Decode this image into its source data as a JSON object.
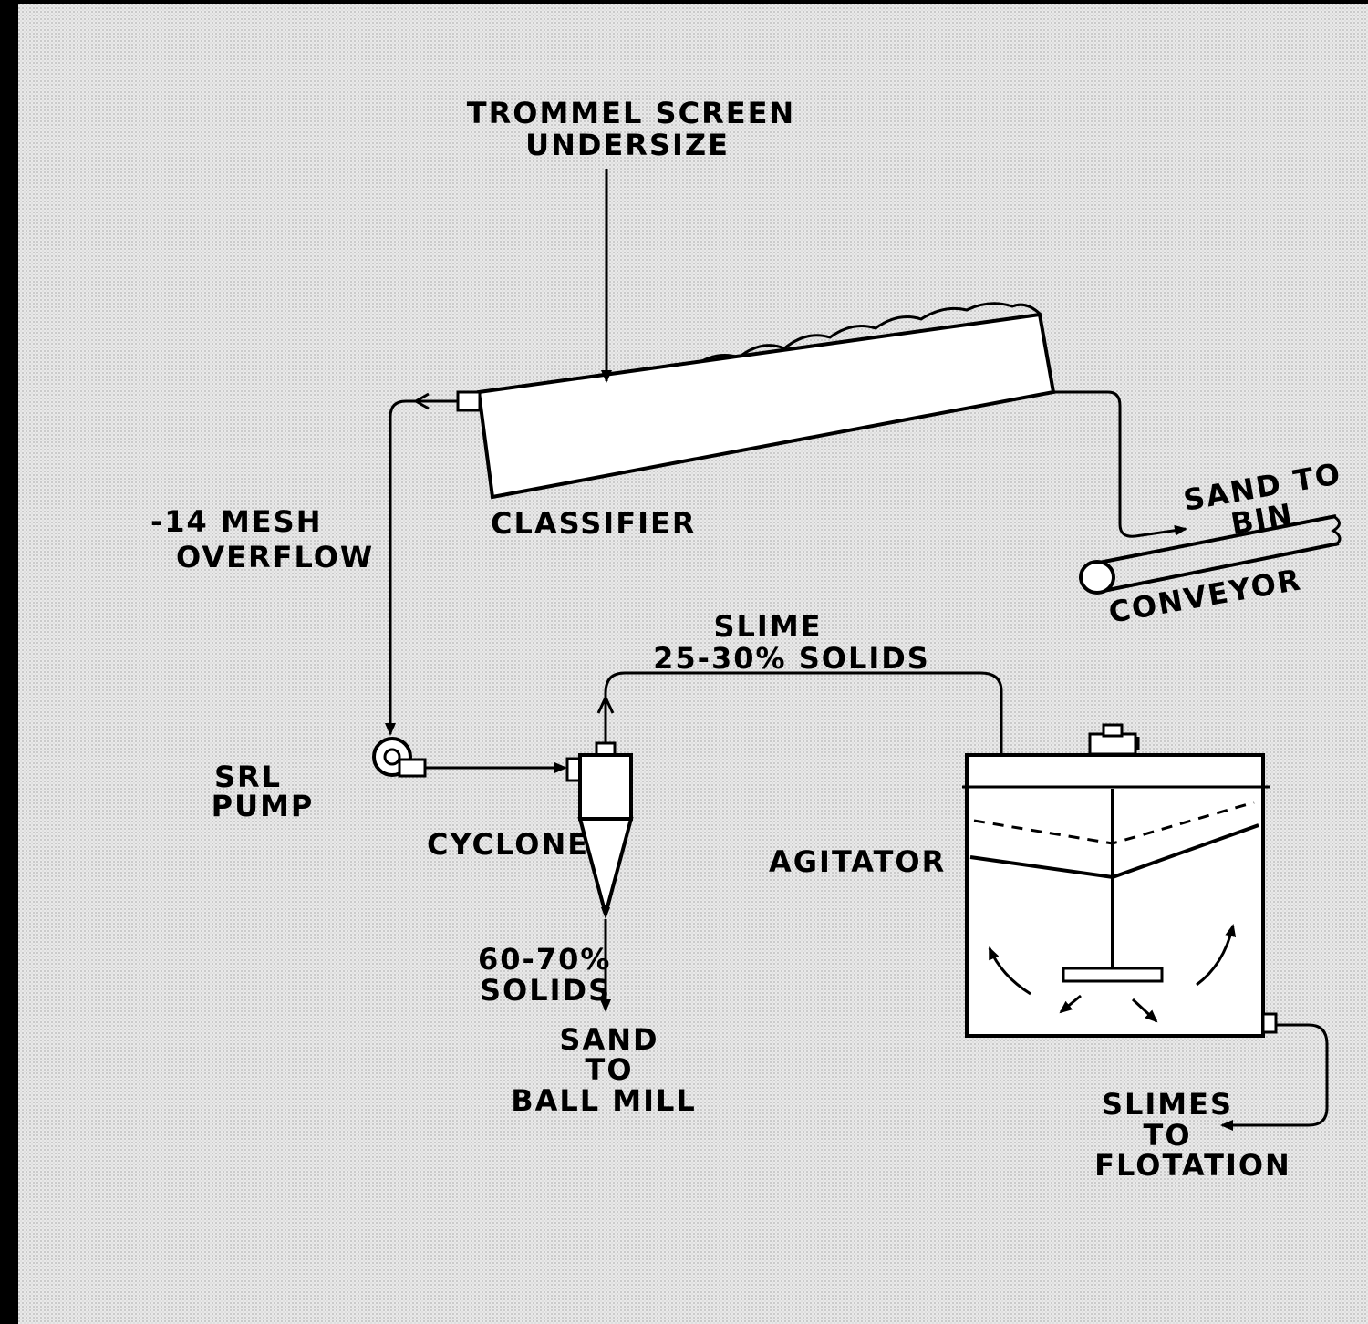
{
  "colors": {
    "background": "#e6e6e6",
    "ink": "#000000",
    "border": "#000000"
  },
  "labels": {
    "trommel_line1": "TROMMEL SCREEN",
    "trommel_line2": "UNDERSIZE",
    "classifier": "CLASSIFIER",
    "mesh_line1": "-14 MESH",
    "mesh_line2": "OVERFLOW",
    "sand_bin_line1": "SAND TO",
    "sand_bin_line2": "BIN",
    "conveyor": "CONVEYOR",
    "slime_line1": "SLIME",
    "slime_line2": "25-30% SOLIDS",
    "pump_line1": "SRL",
    "pump_line2": "PUMP",
    "cyclone": "CYCLONE",
    "agitator": "AGITATOR",
    "solids_line1": "60-70%",
    "solids_line2": "SOLIDS",
    "ballmill_line1": "SAND",
    "ballmill_line2": "TO",
    "ballmill_line3": "BALL MILL",
    "flotation_line1": "SLIMES",
    "flotation_line2": "TO",
    "flotation_line3": "FLOTATION"
  }
}
